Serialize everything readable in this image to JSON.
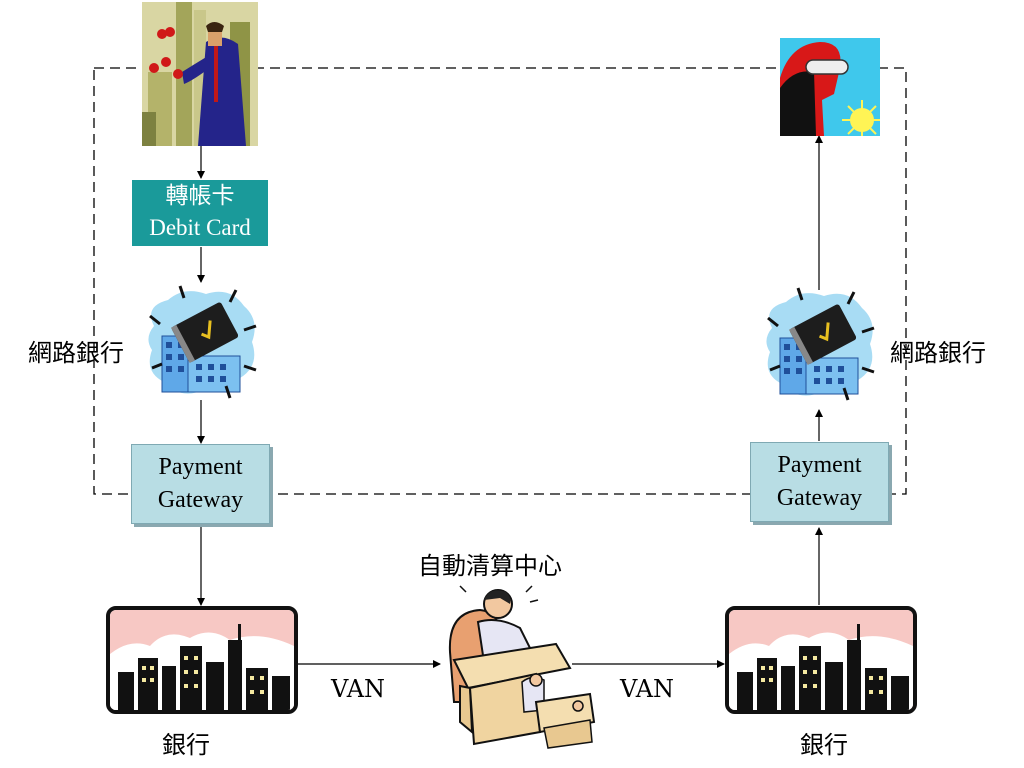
{
  "debit_card": {
    "line1": "轉帳卡",
    "line2": "Debit Card"
  },
  "online_bank_left": "網路銀行",
  "online_bank_right": "網路銀行",
  "payment_gateway_left": {
    "line1": "Payment",
    "line2": "Gateway"
  },
  "payment_gateway_right": {
    "line1": "Payment",
    "line2": "Gateway"
  },
  "clearing_center": "自動清算中心",
  "van_left": "VAN",
  "van_right": "VAN",
  "bank_left": "銀行",
  "bank_right": "銀行",
  "colors": {
    "card_bg": "#1a9a9a",
    "gateway_bg": "#b8dde4",
    "bank_sky": "#f7c8c4"
  },
  "icons": [
    "businessman-icon",
    "researcher-icon",
    "online-bank-icon",
    "bank-city-icon",
    "clearing-clerk-icon"
  ]
}
